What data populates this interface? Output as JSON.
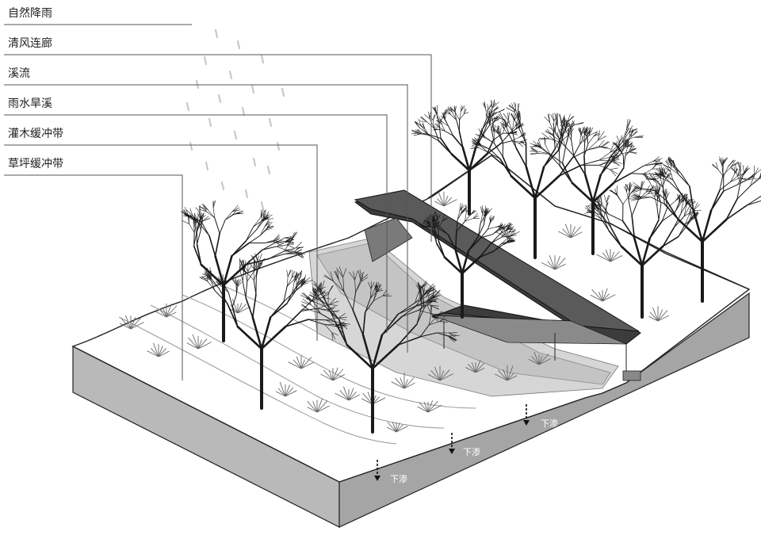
{
  "labels": {
    "natural_rain": "自然降雨",
    "breeze_corridor": "清风连廊",
    "stream": "溪流",
    "rain_dry_creek": "雨水旱溪",
    "shrub_buffer": "灌木缓冲带",
    "lawn_buffer": "草坪缓冲带"
  },
  "infiltration": [
    "下渗",
    "下渗",
    "下渗",
    "下渗"
  ],
  "colors": {
    "soil_front": "#b9b9b9",
    "soil_side": "#a5a5a5",
    "ground": "#ffffff",
    "corridor_roof": "#5a5a5a",
    "corridor_side": "#3c3c3c",
    "water": "#c4c4c4",
    "rain": "#c8c8c8",
    "leader": "#555555",
    "tree": "#1a1a1a",
    "shrub": "#666666"
  },
  "icons": [
    "rain-drop-icon",
    "tree-icon",
    "shrub-icon",
    "down-arrow-icon"
  ]
}
